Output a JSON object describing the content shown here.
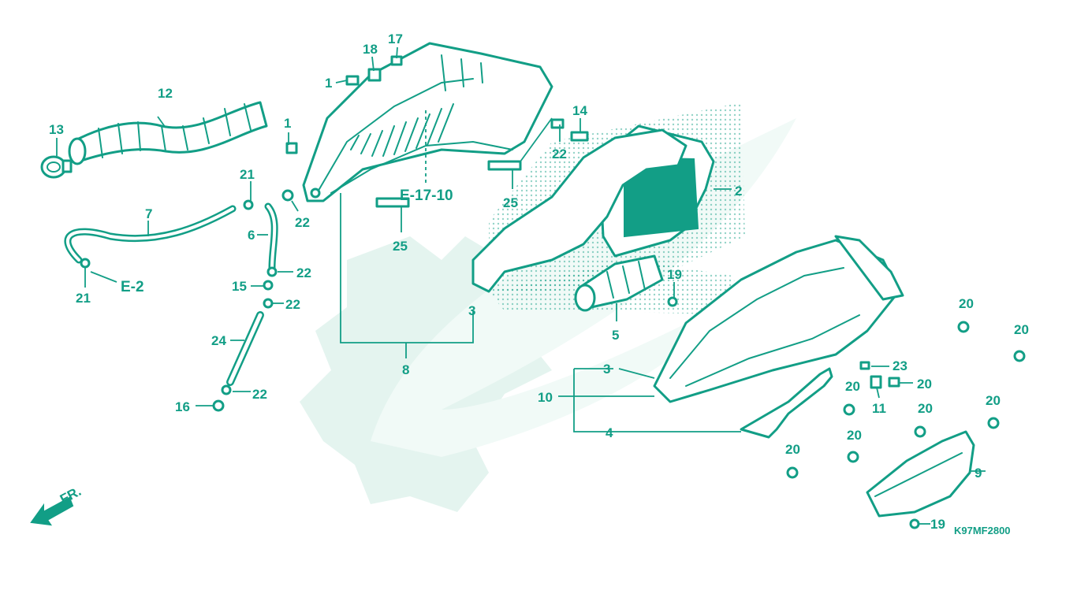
{
  "diagram": {
    "code": "K97MF2800",
    "direction": "FR.",
    "refs": {
      "e17": "E-17-10",
      "e2": "E-2"
    },
    "callouts": {
      "c1a": "1",
      "c1b": "1",
      "c2": "2",
      "c3a": "3",
      "c3b": "3",
      "c4": "4",
      "c5": "5",
      "c6": "6",
      "c7": "7",
      "c8": "8",
      "c9": "9",
      "c10": "10",
      "c11": "11",
      "c12": "12",
      "c13": "13",
      "c14": "14",
      "c15": "15",
      "c16": "16",
      "c17": "17",
      "c18": "18",
      "c19a": "19",
      "c19b": "19",
      "c20a": "20",
      "c20b": "20",
      "c20c": "20",
      "c20d": "20",
      "c20e": "20",
      "c20f": "20",
      "c20g": "20",
      "c20h": "20",
      "c21a": "21",
      "c21b": "21",
      "c22a": "22",
      "c22b": "22",
      "c22c": "22",
      "c22d": "22",
      "c22e": "22",
      "c23": "23",
      "c24": "24",
      "c25a": "25",
      "c25b": "25"
    },
    "colors": {
      "line": "#129e86",
      "watermark": "#e4f4ef"
    }
  }
}
